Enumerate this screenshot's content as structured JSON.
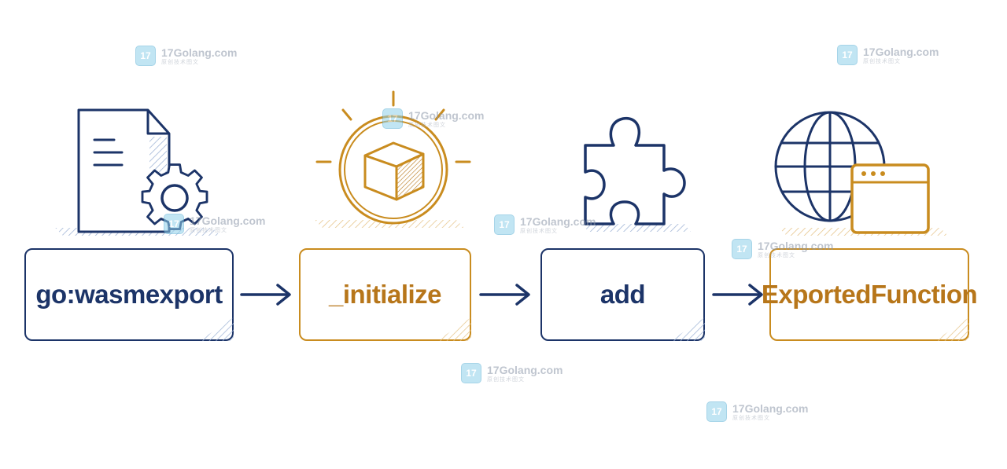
{
  "diagram": {
    "steps": [
      {
        "label": "go:wasmexport",
        "icon": "document-gear-icon",
        "color": "#1c3468"
      },
      {
        "label": "_initialize",
        "icon": "glowing-cube-icon",
        "color": "#c98c1f"
      },
      {
        "label": "add",
        "icon": "puzzle-piece-icon",
        "color": "#1c3468"
      },
      {
        "label": "ExportedFunction",
        "icon": "globe-browser-icon",
        "color": "#c98c1f"
      }
    ],
    "arrow_color": "#1c3468"
  },
  "watermark": {
    "text": "17Golang.com",
    "subtext": "原创技术图文",
    "logo_icon": "17golang-logo-icon"
  }
}
